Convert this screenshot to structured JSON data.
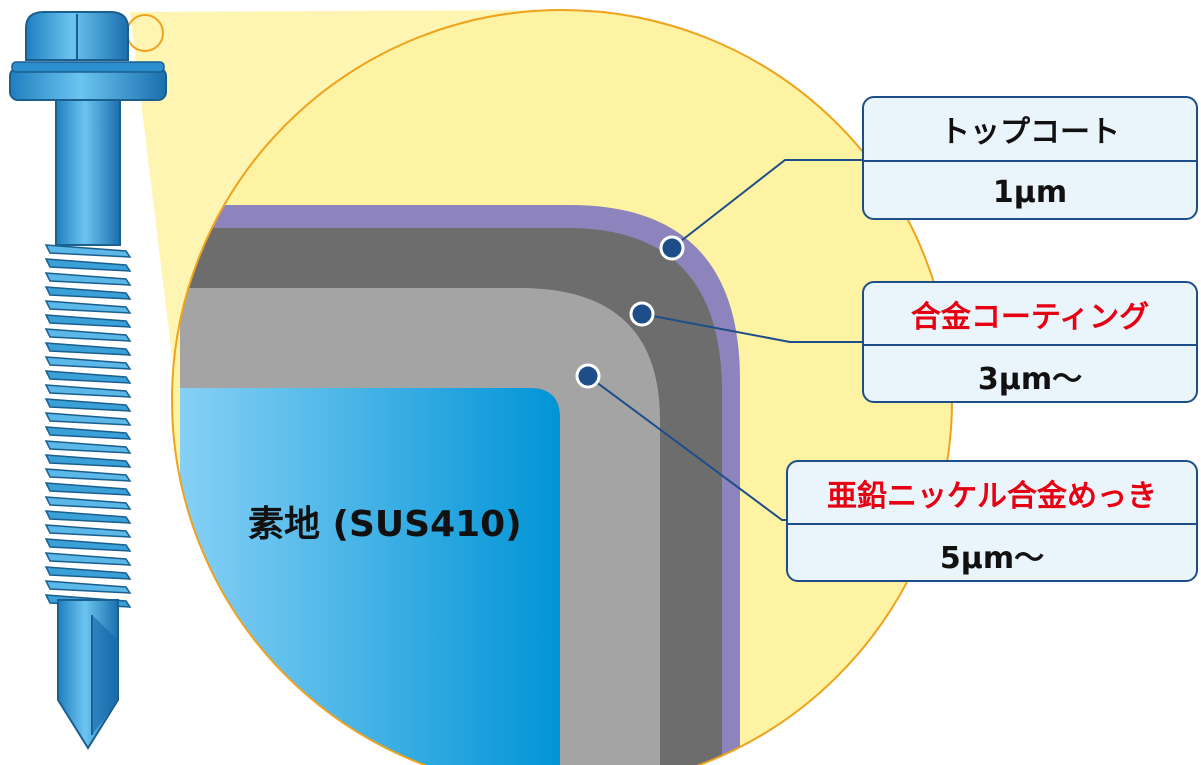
{
  "colors": {
    "background": "#ffffff",
    "magnifier_fill": "#fdf3a3",
    "magnifier_border": "#f0a21b",
    "topcoat_layer": "#8e84bd",
    "alloy_coating_layer": "#6d6d6d",
    "zinc_nickel_layer": "#a4a4a4",
    "base_metal_light": "#86d0f5",
    "base_metal_dark": "#0094d6",
    "screw_body": "#3aa0d8",
    "leader_line": "#1d4e89",
    "highlight_text": "#e60012"
  },
  "screw": {
    "icon": "self-drilling-hex-screw-icon"
  },
  "base_material": {
    "label": "素地 (SUS410)"
  },
  "layers": [
    {
      "id": "topcoat",
      "name": "トップコート",
      "thickness": "1μm",
      "name_highlighted": false
    },
    {
      "id": "alloy-coating",
      "name": "合金コーティング",
      "thickness": "3μm〜",
      "name_highlighted": true
    },
    {
      "id": "zinc-nickel-plating",
      "name": "亜鉛ニッケル合金めっき",
      "thickness": "5μm〜",
      "name_highlighted": true
    }
  ]
}
